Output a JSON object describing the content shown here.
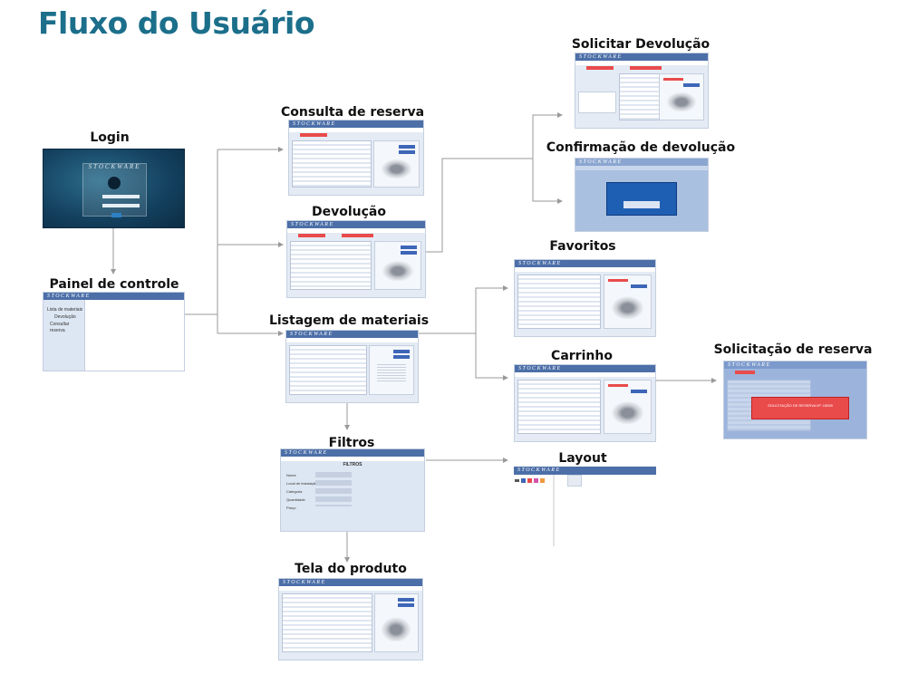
{
  "title": "Fluxo do Usuário",
  "brand": "STOCKWARE",
  "nodes": {
    "login": "Login",
    "painel": "Painel de controle",
    "consulta": "Consulta de reserva",
    "devolucao": "Devolução",
    "listagem": "Listagem de materiais",
    "filtros": "Filtros",
    "tela_produto": "Tela do produto",
    "solicitar_devolucao": "Solicitar Devolução",
    "confirmacao_devolucao": "Confirmação de devolução",
    "favoritos": "Favoritos",
    "carrinho": "Carrinho",
    "layout": "Layout",
    "solicitacao_reserva": "Solicitação de reserva"
  },
  "painel_menu": [
    "Lista de materiais",
    "Devolução",
    "Consultar reserva"
  ],
  "filtros_title": "FILTROS",
  "filtros_fields": [
    "Nome",
    "Local de instalação",
    "Categoria",
    "Quantidade",
    "Preço"
  ],
  "reserva_dialog": "SOLICITAÇÃO DE RESERVA Nº: 15055",
  "colors": {
    "title": "#1c6f8b",
    "header": "#4c6fa8",
    "accent_red": "#e94b4b",
    "button_blue": "#3d66b8",
    "arrow": "#9a9a9a"
  }
}
